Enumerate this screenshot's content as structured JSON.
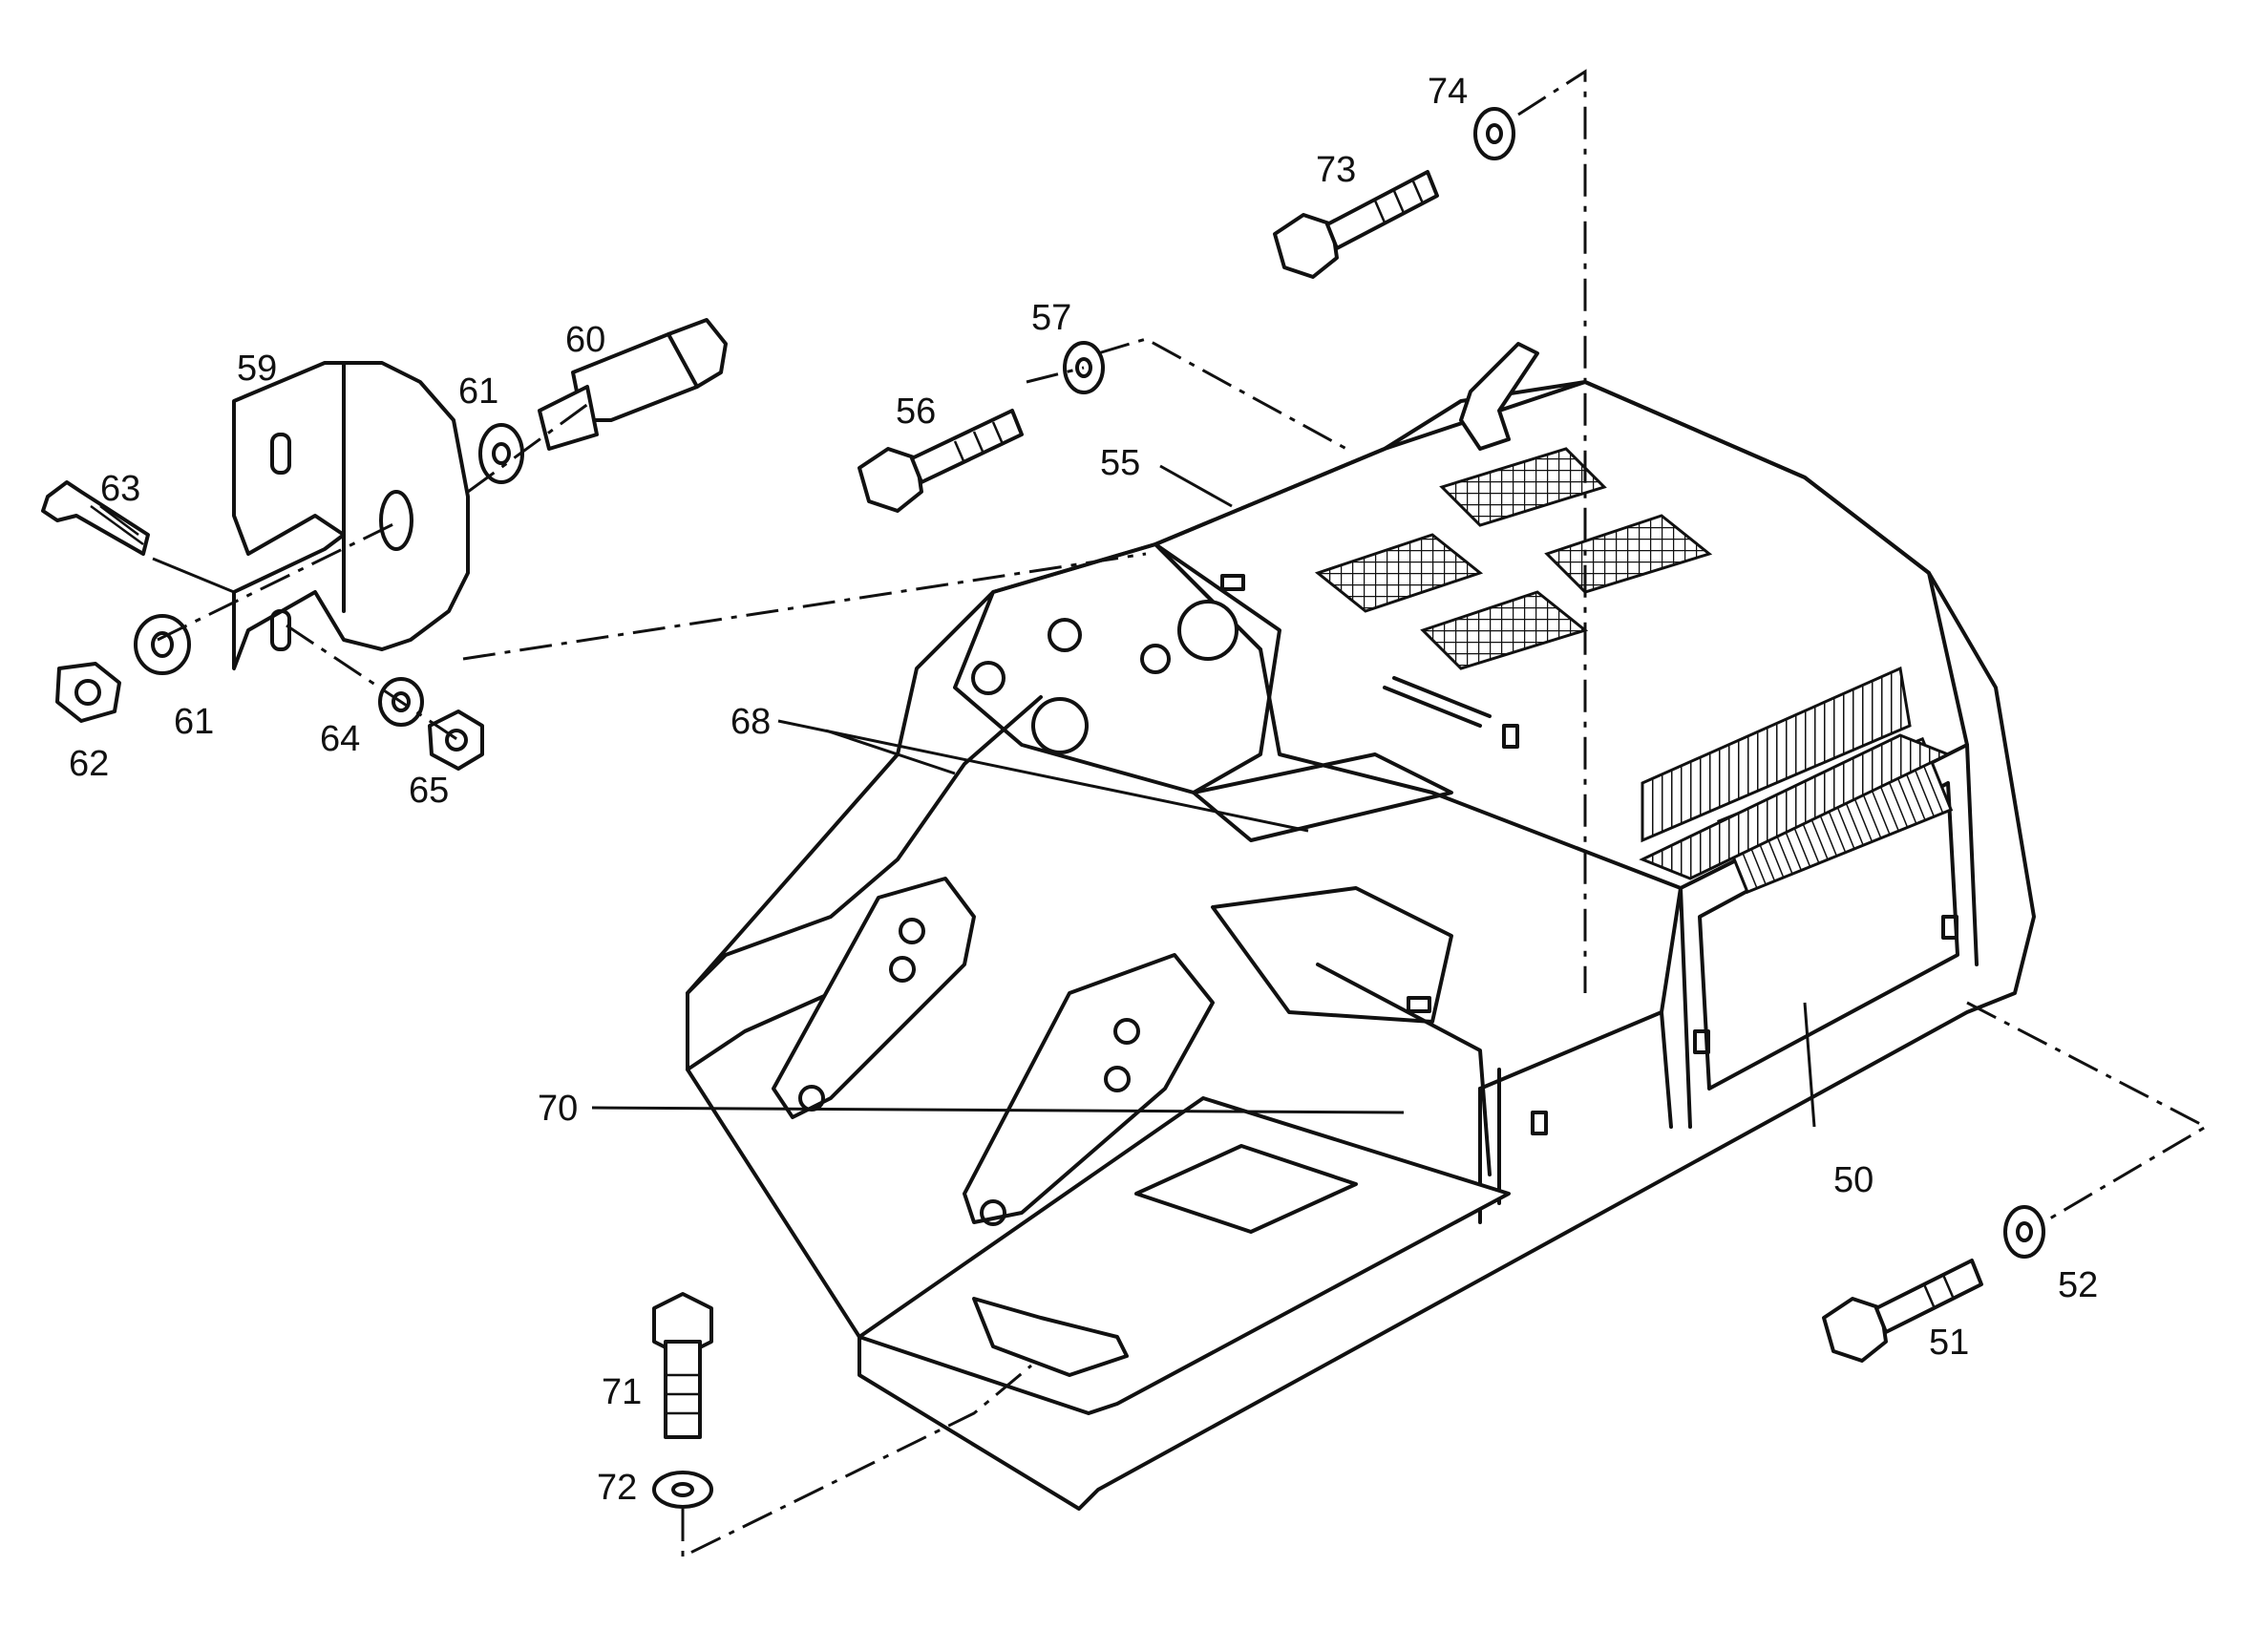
{
  "diagram": {
    "callouts": [
      {
        "id": "74",
        "text": "74"
      },
      {
        "id": "73",
        "text": "73"
      },
      {
        "id": "57",
        "text": "57"
      },
      {
        "id": "60",
        "text": "60"
      },
      {
        "id": "59",
        "text": "59"
      },
      {
        "id": "61a",
        "text": "61"
      },
      {
        "id": "56",
        "text": "56"
      },
      {
        "id": "55",
        "text": "55"
      },
      {
        "id": "63",
        "text": "63"
      },
      {
        "id": "61b",
        "text": "61"
      },
      {
        "id": "62",
        "text": "62"
      },
      {
        "id": "64",
        "text": "64"
      },
      {
        "id": "65",
        "text": "65"
      },
      {
        "id": "68",
        "text": "68"
      },
      {
        "id": "70",
        "text": "70"
      },
      {
        "id": "50",
        "text": "50"
      },
      {
        "id": "52",
        "text": "52"
      },
      {
        "id": "51",
        "text": "51"
      },
      {
        "id": "71",
        "text": "71"
      },
      {
        "id": "72",
        "text": "72"
      }
    ]
  }
}
